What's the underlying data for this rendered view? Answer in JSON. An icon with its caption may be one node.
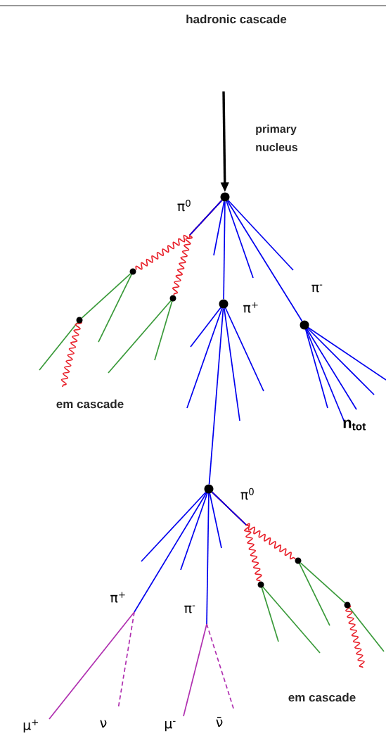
{
  "diagram": {
    "nodes": [
      {
        "text": [],
        "shape": "circle"
      },
      {
        "text": [],
        "shape": "circle"
      },
      {
        "text": [],
        "shape": "circle"
      },
      {
        "text": [],
        "shape": "circle"
      },
      {
        "text": [],
        "shape": "circle"
      },
      {
        "text": [],
        "shape": "circle"
      },
      {
        "text": [],
        "shape": "circle"
      },
      {
        "text": [],
        "shape": "circle"
      },
      {
        "text": [],
        "shape": "circle"
      },
      {
        "text": [],
        "shape": "circle"
      }
    ],
    "edges": [
      {
        "from": null,
        "to": 0,
        "arrow": "to",
        "style": "thick",
        "color": "#000000"
      },
      {
        "from": 0,
        "to": 1,
        "arrow": "none",
        "color": "#0000ee"
      },
      {
        "from": 0,
        "to": 2,
        "arrow": "none",
        "color": "#0000ee"
      },
      {
        "from": 1,
        "to": 3,
        "arrow": "none",
        "color": "#0000ee"
      },
      {
        "from": 0,
        "to": 4,
        "arrow": "none",
        "color": "#e8202a"
      },
      {
        "from": 0,
        "to": 5,
        "arrow": "none",
        "color": "#e8202a"
      },
      {
        "from": 4,
        "to": 6,
        "arrow": "none",
        "color": "#3a9a3a"
      },
      {
        "from": 3,
        "to": 7,
        "arrow": "none",
        "color": "#e8202a"
      },
      {
        "from": 3,
        "to": 8,
        "arrow": "none",
        "color": "#e8202a"
      },
      {
        "from": 7,
        "to": 9,
        "arrow": "none",
        "color": "#3a9a3a"
      }
    ],
    "labels": [
      "hadronic cascade",
      "primary nucleus",
      "π$^{0}$",
      "π$^{+}$",
      "π$^{-}$",
      "em cascade",
      "n$_{tot}$",
      "π$^{0}$",
      "π$^{+}$",
      "π$^{-}$",
      "em cascade",
      "μ$^{+}$",
      "ν",
      "μ$^{-}$",
      "ν̄"
    ]
  }
}
